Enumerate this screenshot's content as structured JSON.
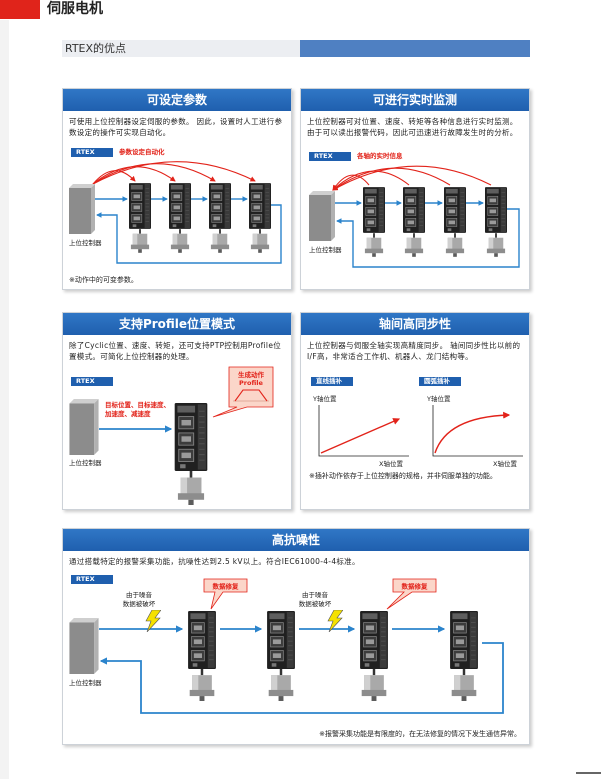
{
  "header": {
    "title": "伺服电机"
  },
  "section": {
    "title": "RTEX的优点"
  },
  "panels": {
    "param": {
      "title": "可设定参数",
      "body": "可使用上位控制器设定伺服的参数。 因此，设置时人工进行参数设定的操作可实现自动化。",
      "tag": "RTEX",
      "highlight": "参数设定自动化",
      "controller": "上位控制器",
      "note": "※动作中的可变参数。"
    },
    "monitor": {
      "title": "可进行实时监测",
      "body": "上位控制器可对位置、速度、转矩等各种信息进行实时监测。由于可以读出报警代码，因此可迅速进行故障发生时的分析。",
      "tag": "RTEX",
      "highlight": "各轴的实时信息",
      "controller": "上位控制器"
    },
    "profile": {
      "title": "支持Profile位置模式",
      "body": "除了Cyclic位置、速度、转矩，还可支持PTP控制用Profile位置模式。可简化上位控制器的处理。",
      "tag": "RTEX",
      "targets": [
        "目标位置、目标速度、",
        "加速度、减速度"
      ],
      "callout": [
        "生成动作",
        "Profile"
      ],
      "controller": "上位控制器"
    },
    "sync": {
      "title": "轴间高同步性",
      "body": "上位控制器与伺服全轴实现高精度同步。 轴间同步性比以前的I/F高，非常适合工作机、机器人、龙门结构等。",
      "graphs": [
        {
          "label": "直线插补",
          "y_axis": "Y轴位置",
          "x_axis": "X轴位置"
        },
        {
          "label": "圆弧插补",
          "y_axis": "Y轴位置",
          "x_axis": "X轴位置"
        }
      ],
      "note": "※插补动作依存于上位控制器的规格，并非伺服单独的功能。"
    },
    "noise": {
      "title": "高抗噪性",
      "body": "通过搭载特定的报警采集功能，抗噪性达到2.5 kV以上。符合IEC61000-4-4标准。",
      "tag": "RTEX",
      "noise_label": [
        "由于噪音",
        "数据被破坏"
      ],
      "repair_label": "数据修复",
      "controller": "上位控制器",
      "note": "※报警采集功能是有限度的，在无法修复的情况下发生通信异常。"
    }
  },
  "icons": {
    "controller": "host-controller-icon",
    "drive": "servo-drive-icon",
    "motor": "servo-motor-icon",
    "noise": "lightning-icon"
  },
  "colors": {
    "brand_red": "#e0241b",
    "header_blue": "#1f5fae",
    "bar_blue": "#4f80c2",
    "line_blue": "#2b84cc",
    "accent_red": "#e2231a",
    "callout_bg": "#fbd6c9",
    "bolt_yellow": "#f5e100"
  }
}
